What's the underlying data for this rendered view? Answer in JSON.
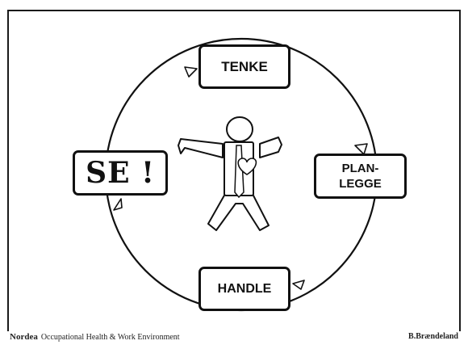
{
  "cycle": {
    "top": "TENKE",
    "right": "PLAN-\nLEGGE",
    "bottom": "HANDLE",
    "left": "SE !"
  },
  "footer": {
    "organization": "Nordea",
    "department": "Occupational Health & Work Environment",
    "author": "B.Brændeland"
  }
}
